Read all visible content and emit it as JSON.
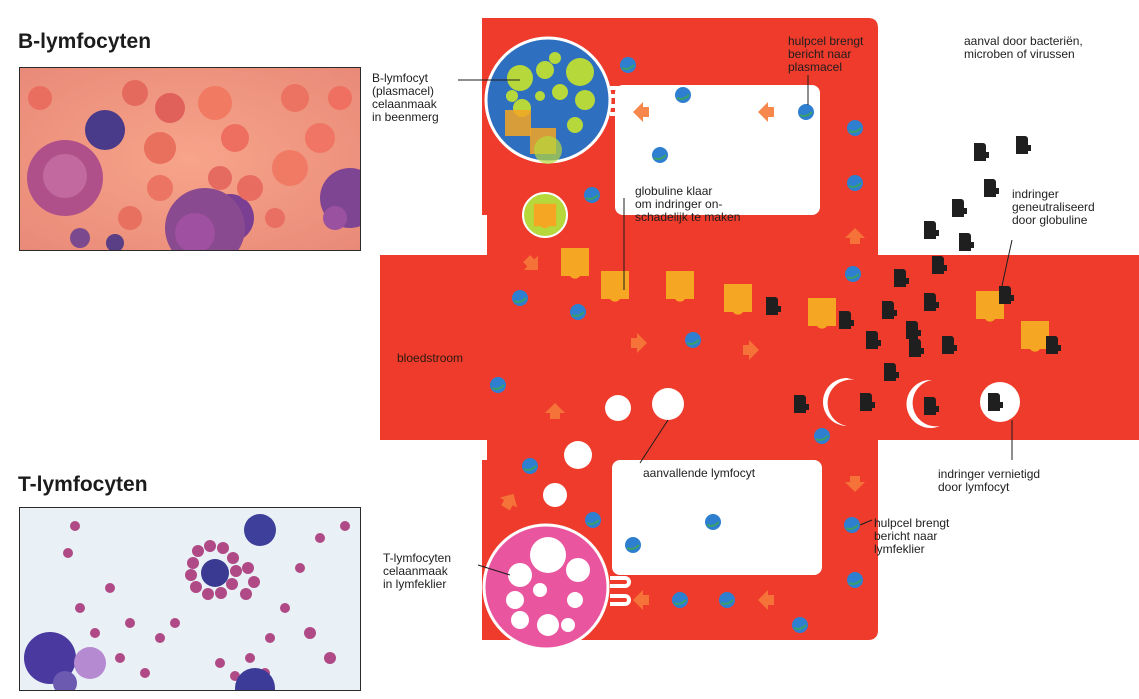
{
  "headings": {
    "b_title": "B-lymfocyten",
    "t_title": "T-lymfocyten"
  },
  "labels": {
    "b_cell": "B-lymfocyt\n(plasmacel)\ncelaanmaak\nin beenmerg",
    "helper_top": "hulpcel brengt\nbericht naar\nplasmacel",
    "attack": "aanval door bacteriën,\nmicroben of virussen",
    "globulin_ready": "globuline klaar\nom indringer on-\nschadelijk te maken",
    "neutralized": "indringer\ngeneutraliseerd\ndoor globuline",
    "bloodstream": "bloedstroom",
    "attacking_lymphocyte": "aanvallende lymfocyt",
    "destroyed": "indringer vernietigd\ndoor lymfocyt",
    "helper_bottom": "hulpcel brengt\nbericht naar\nlymfeklier",
    "t_cell": "T-lymfocyten\ncelaanmaak\nin lymfeklier"
  },
  "colors": {
    "vessel": "#ef3b2c",
    "globulin": "#f5a623",
    "invader": "#1f1f1f",
    "helper_cell": "#2f7fd0",
    "b_cell": "#2f6fc0",
    "b_inner": "#b6d83a",
    "t_cell": "#e9559e",
    "arrow": "#f57a3a"
  }
}
